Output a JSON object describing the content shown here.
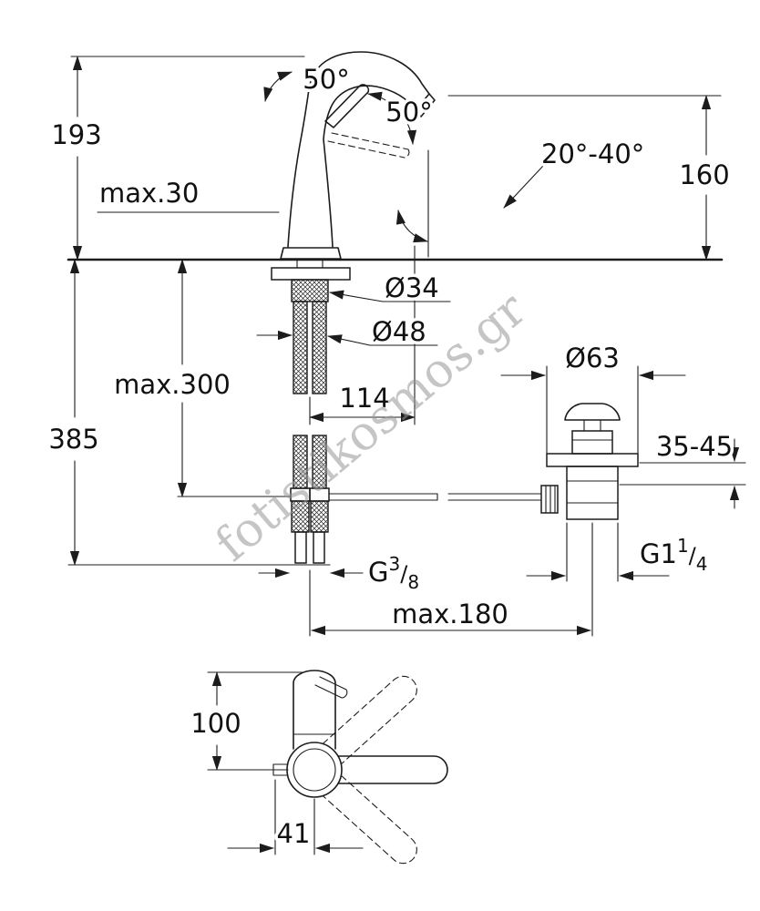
{
  "watermark": {
    "text": "fotistikosmos.gr"
  },
  "labels": {
    "height_193": "193",
    "max_deck_30": "max.30",
    "handle_angle_50": "50°",
    "lever_angle_50": "50°",
    "swivel_range_20_40": "20°-40°",
    "spout_height_160": "160",
    "dia_34": "Ø34",
    "dia_48": "Ø48",
    "max_depth_300": "max.300",
    "total_height_385": "385",
    "spout_reach_114": "114",
    "dia_63": "Ø63",
    "clamp_range_35_45": "35-45",
    "hose_thread": {
      "prefix": "G",
      "numerator": "3",
      "slash": "/",
      "denominator": "8"
    },
    "drain_thread": {
      "prefix": "G1",
      "numerator": "1",
      "slash": "/",
      "denominator": "4"
    },
    "max_spread_180": "max.180",
    "top_height_100": "100",
    "offset_41": "41"
  }
}
